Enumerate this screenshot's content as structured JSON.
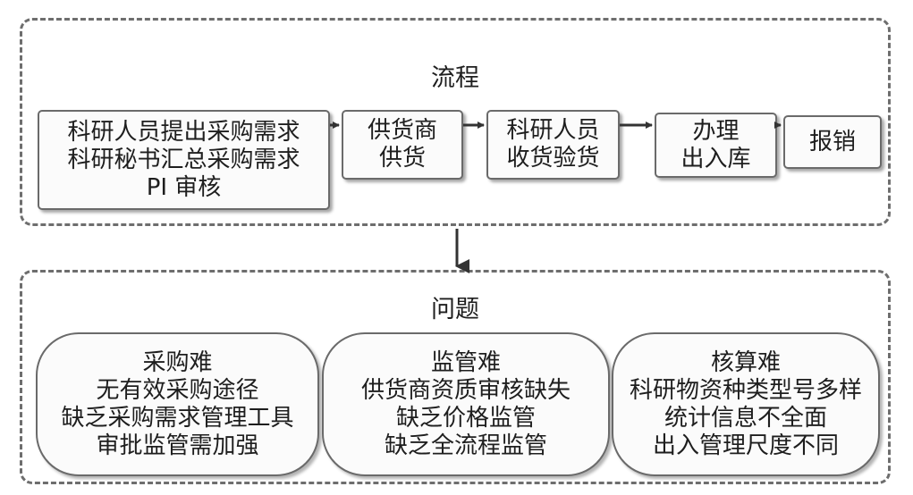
{
  "flow": {
    "title": "流程",
    "steps": [
      {
        "lines": [
          "科研人员提出采购需求",
          "科研秘书汇总采购需求",
          "PI 审核"
        ]
      },
      {
        "lines": [
          "供货商",
          "供货"
        ]
      },
      {
        "lines": [
          "科研人员",
          "收货验货"
        ]
      },
      {
        "lines": [
          "办理",
          "出入库"
        ]
      },
      {
        "lines": [
          "报销"
        ]
      }
    ]
  },
  "problems": {
    "title": "问题",
    "items": [
      {
        "lines": [
          "采购难",
          "无有效采购途径",
          "缺乏采购需求管理工具",
          "审批监管需加强"
        ]
      },
      {
        "lines": [
          "监管难",
          "供货商资质审核缺失",
          "缺乏价格监管",
          "缺乏全流程监管"
        ]
      },
      {
        "lines": [
          "核算难",
          "科研物资种类型号多样",
          "统计信息不全面",
          "出入管理尺度不同"
        ]
      }
    ]
  }
}
